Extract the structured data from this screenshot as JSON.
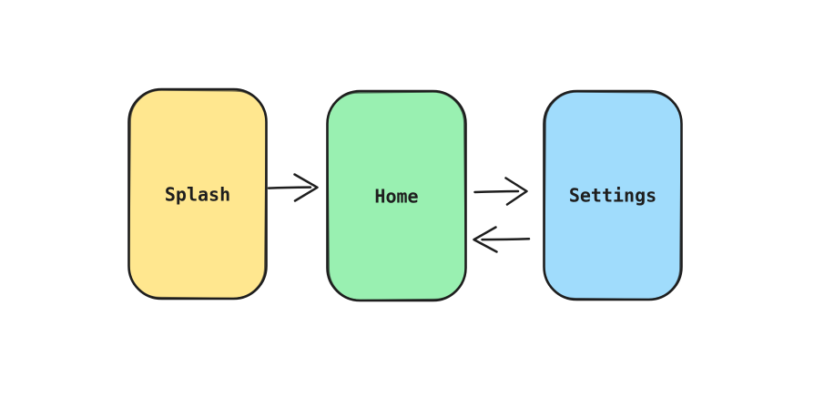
{
  "diagram": {
    "type": "flowchart",
    "background": "#ffffff",
    "stroke_color": "#1e1e1e",
    "text_color": "#1e1e1e",
    "nodes": [
      {
        "id": "splash",
        "label": "Splash",
        "fill": "#ffe78f"
      },
      {
        "id": "home",
        "label": "Home",
        "fill": "#99f0b1"
      },
      {
        "id": "settings",
        "label": "Settings",
        "fill": "#a0dcfc"
      }
    ],
    "edges": [
      {
        "id": "splash-to-home",
        "from": "Splash",
        "to": "Home",
        "direction": "right"
      },
      {
        "id": "home-to-settings",
        "from": "Home",
        "to": "Settings",
        "direction": "right"
      },
      {
        "id": "settings-to-home",
        "from": "Settings",
        "to": "Home",
        "direction": "left"
      }
    ]
  }
}
